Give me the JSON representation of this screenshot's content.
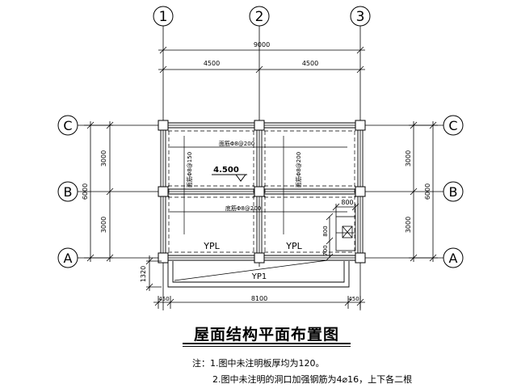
{
  "axes": {
    "columns": [
      "1",
      "2",
      "3"
    ],
    "rows": [
      "C",
      "B",
      "A"
    ]
  },
  "dimensions": {
    "overall_x": "9000",
    "span_1_2": "4500",
    "span_2_3": "4500",
    "right_c_b": "3000",
    "right_b_a": "3000",
    "right_total": "6000",
    "left_c_b": "3000",
    "left_b_a": "3000",
    "left_total": "6000",
    "canopy_depth": "1320",
    "bottom_left_ext": "450",
    "bottom_span": "8100",
    "bottom_right_ext": "450",
    "opening_width": "800",
    "opening_depth_1": "800",
    "opening_depth_2": "700"
  },
  "labels": {
    "elevation": "4.500",
    "beam_ypl_1": "YPL",
    "beam_ypl_2": "YPL",
    "beam_yp1": "YP1",
    "rebar_top": "面筋Φ8@200",
    "rebar_left": "面筋Φ8@150",
    "rebar_right": "面筋Φ8@200",
    "rebar_bottom": "底筋Φ8@200"
  },
  "title": "屋面结构平面布置图",
  "notes": [
    "注：1.图中未注明板厚均为120。",
    "2.图中未注明的洞口加强钢筋为4⌀16，上下各二根"
  ]
}
